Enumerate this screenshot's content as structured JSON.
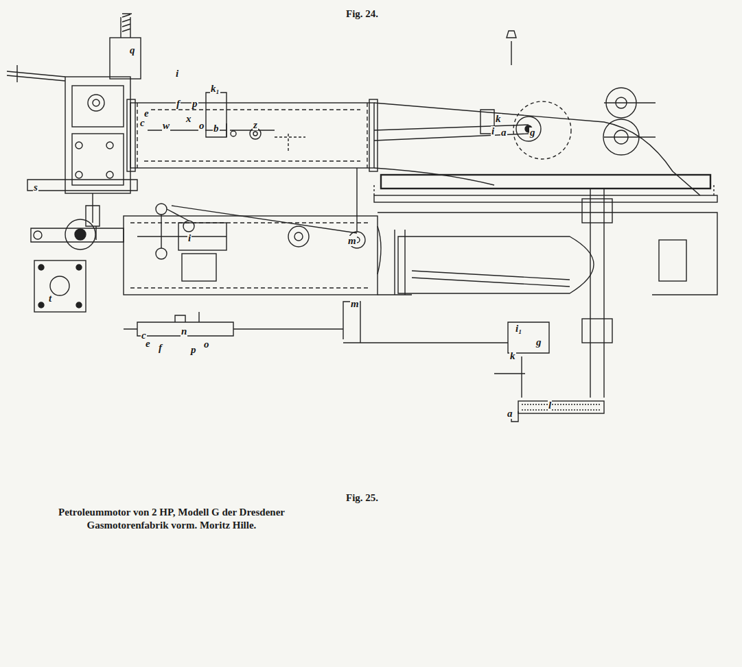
{
  "diagram": {
    "caption": "Petroleummotor von 2 HP, Modell G der Dresdener Gasmotorenfabrik vorm. Moritz Hille.",
    "labels": [
      "Fig. 24.",
      "q",
      "i",
      "k₁",
      "f",
      "p",
      "e",
      "c",
      "w",
      "x",
      "o",
      "b",
      "z",
      "s",
      "m",
      "k",
      "i",
      "a",
      "g",
      "i",
      "t",
      "n",
      "c",
      "e",
      "f",
      "p",
      "o",
      "m",
      "i₁",
      "g",
      "k",
      "a",
      "l",
      "Fig. 25."
    ]
  }
}
